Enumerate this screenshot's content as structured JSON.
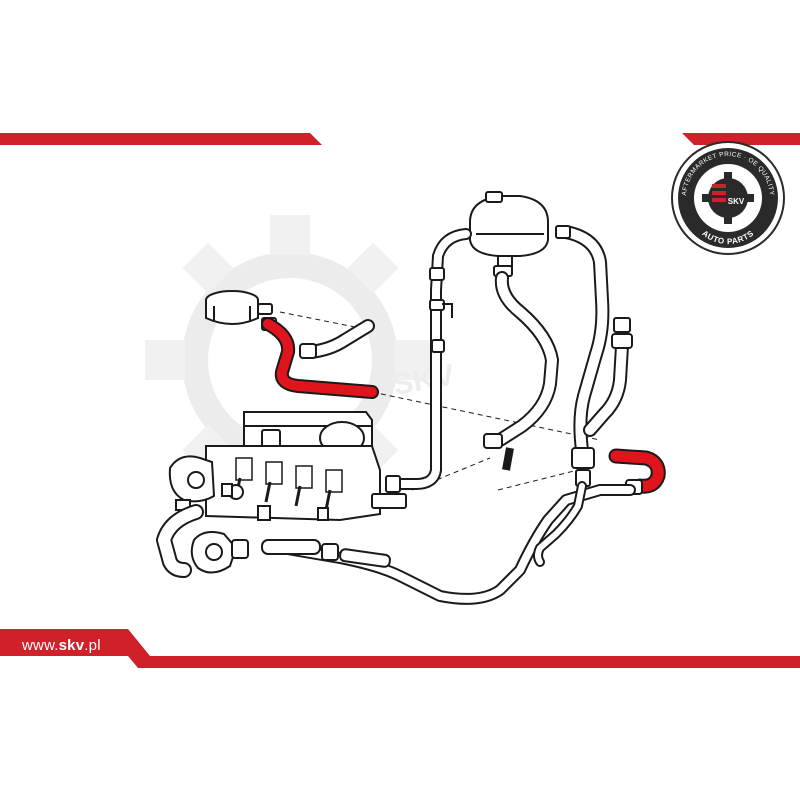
{
  "brand": {
    "website_prefix": "www.",
    "website_brand": "skv",
    "website_suffix": ".pl",
    "badge_arc_top": "AFTERMARKET PRICE · OE QUALITY",
    "badge_arc_bottom": "AUTO PARTS",
    "badge_center": "SKV",
    "watermark_text": "SKV"
  },
  "colors": {
    "brand_red": "#d0202a",
    "highlight_hose": "#e0141c",
    "line_art": "#1a1a1a",
    "watermark": "#ececec"
  },
  "diagram": {
    "subject": "engine cooling hose system",
    "highlighted_parts": [
      "hose-oil-cooler-to-engine",
      "hose-right-elbow"
    ]
  }
}
